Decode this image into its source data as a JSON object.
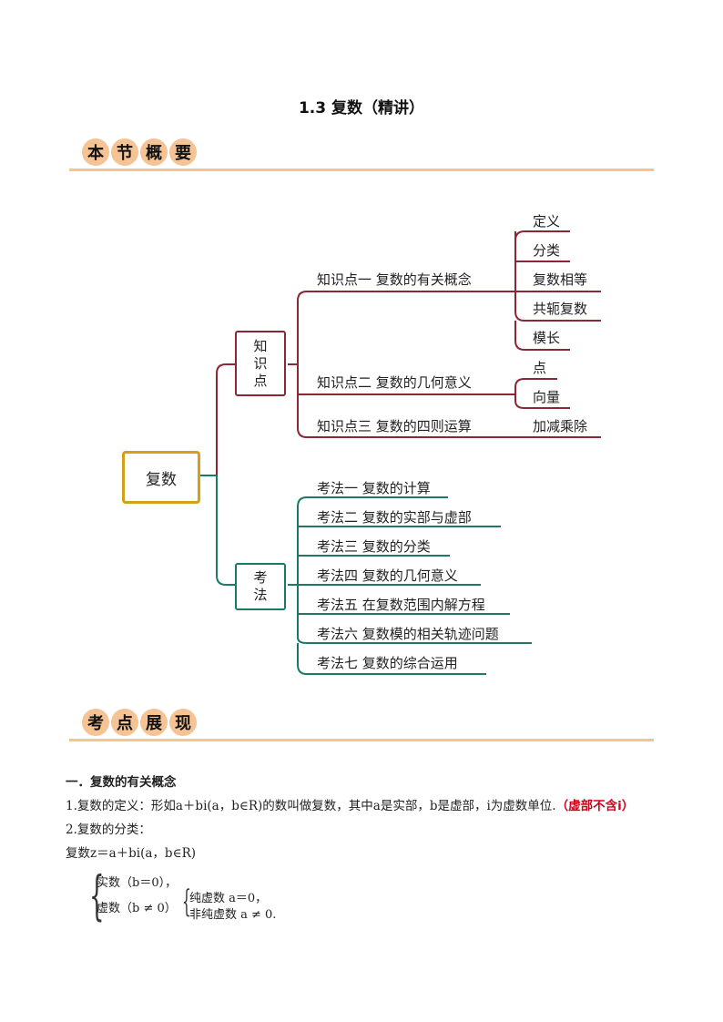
{
  "title": "1.3  复数（精讲）",
  "banner1": [
    "本",
    "节",
    "概",
    "要"
  ],
  "banner2": [
    "考",
    "点",
    "展",
    "现"
  ],
  "mindmap": {
    "root": "复数",
    "branch1": "知识点",
    "branch2": "考法",
    "kp1": "知识点一  复数的有关概念",
    "kp2": "知识点二  复数的几何意义",
    "kp3": "知识点三  复数的四则运算",
    "kp1_items": [
      "定义",
      "分类",
      "复数相等",
      "共轭复数",
      "模长"
    ],
    "kp2_items": [
      "点",
      "向量"
    ],
    "kp3_items": [
      "加减乘除"
    ],
    "methods": [
      "考法一  复数的计算",
      "考法二  复数的实部与虚部",
      "考法三  复数的分类",
      "考法四  复数的几何意义",
      "考法五  在复数范围内解方程",
      "考法六  复数模的相关轨迹问题",
      "考法七  复数的综合运用"
    ],
    "colors": {
      "red": "#8b2635",
      "green": "#1a7a66",
      "gold": "#d4a017"
    }
  },
  "section": {
    "heading": "一．复数的有关概念",
    "def_text": "1.复数的定义：形如a＋bi(a，b∈R)的数叫做复数，其中a是实部，b是虚部，i为虚数单位.",
    "def_note": "（虚部不含i）",
    "cls_head": "2.复数的分类：",
    "cls_expr": "复数z＝a＋bi(a，b∈R)",
    "real": "实数（b＝0），",
    "imag": "虚数（b ≠ 0）",
    "pure": "纯虚数 a＝0，",
    "nonpure": "非纯虚数 a ≠ 0."
  }
}
